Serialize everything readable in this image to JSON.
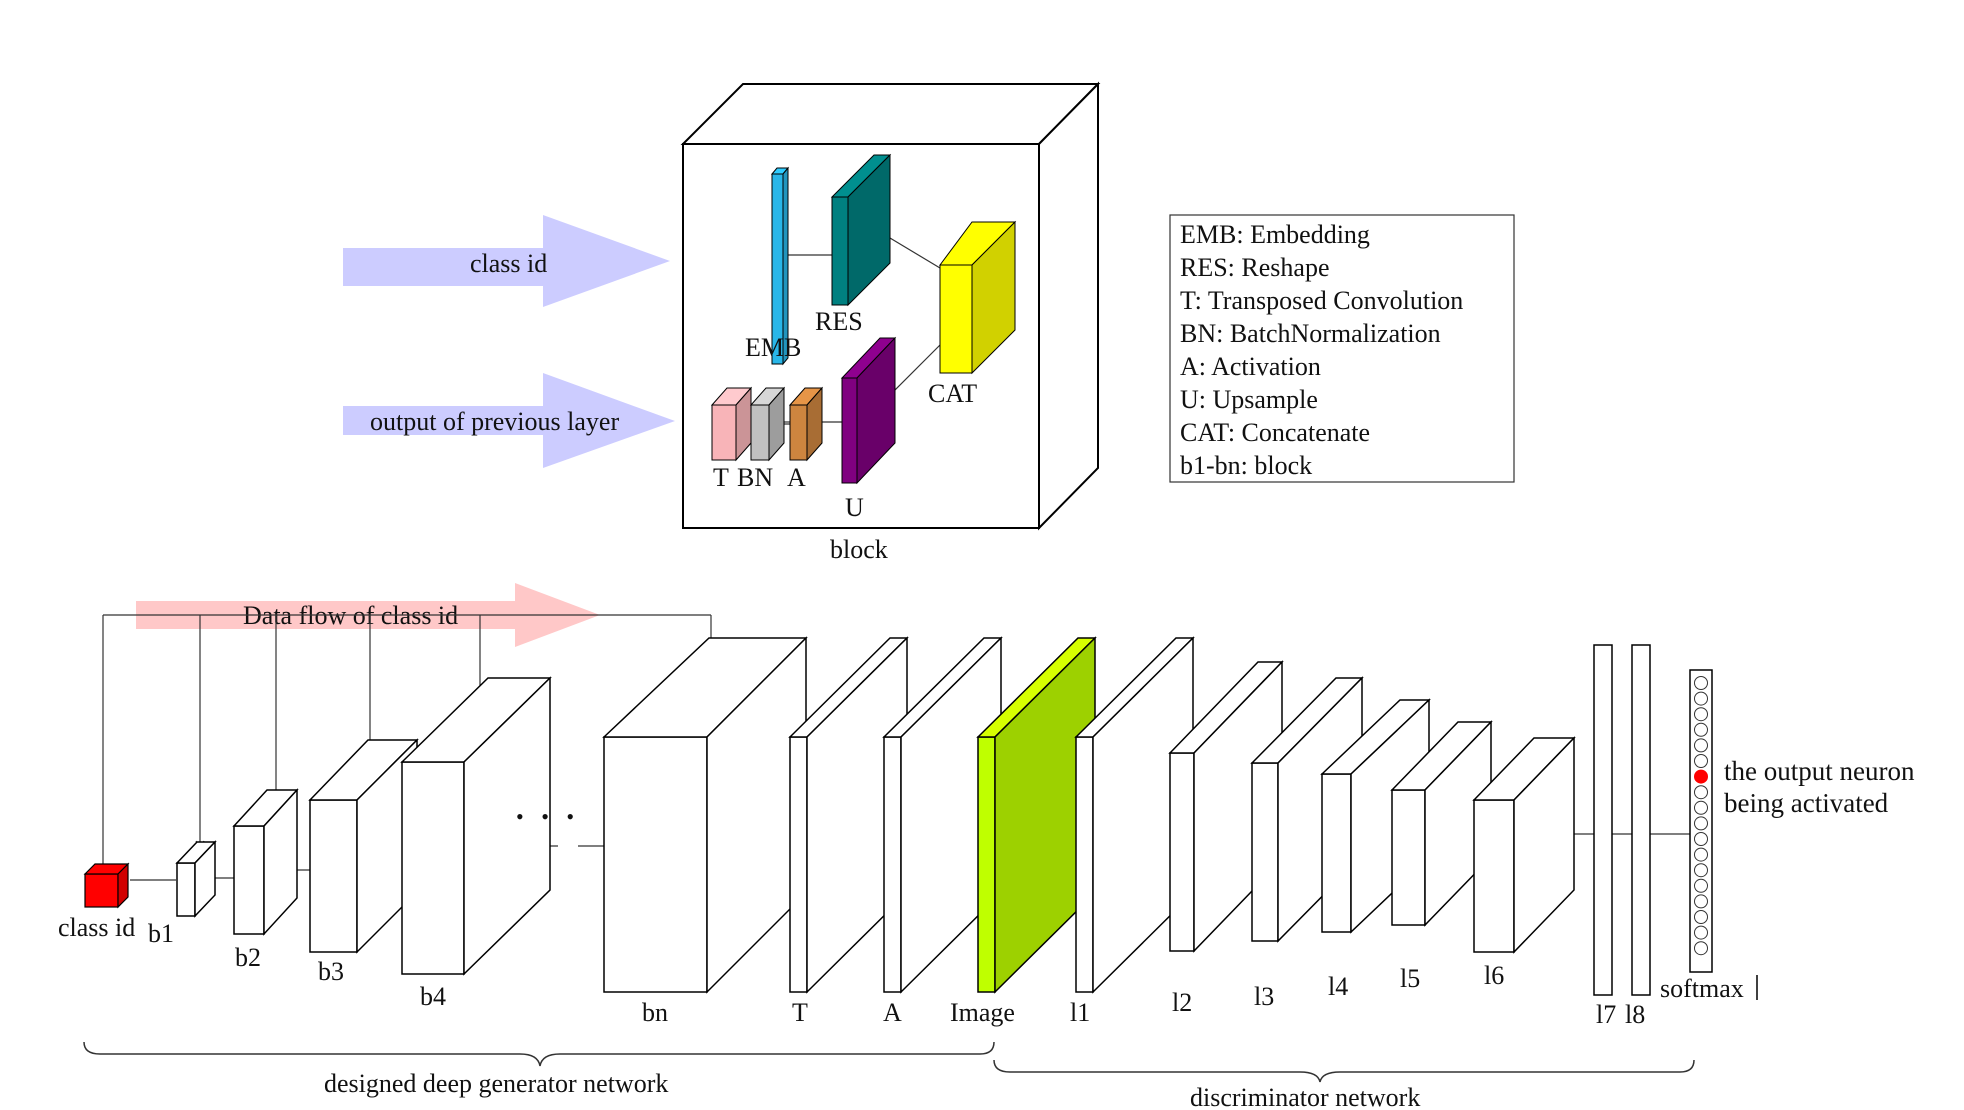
{
  "block_inputs": {
    "class_id": "class id",
    "previous_output": "output of previous layer"
  },
  "block": {
    "caption": "block",
    "emb": "EMB",
    "res": "RES",
    "cat": "CAT",
    "t": "T",
    "bn": "BN",
    "a": "A",
    "u": "U"
  },
  "legend": {
    "items": [
      "EMB: Embedding",
      "RES: Reshape",
      "T: Transposed Convolution",
      "BN: BatchNormalization",
      "A: Activation",
      "U: Upsample",
      "CAT: Concatenate",
      "b1-bn:  block"
    ]
  },
  "data_flow_label": "Data flow of class id",
  "ellipsis": "• • •",
  "network": {
    "class_id": "class id",
    "b1": "b1",
    "b2": "b2",
    "b3": "b3",
    "b4": "b4",
    "bn": "bn",
    "t": "T",
    "a": "A",
    "image": "Image",
    "l1": "l1",
    "l2": "l2",
    "l3": "l3",
    "l4": "l4",
    "l5": "l5",
    "l6": "l6",
    "l7": "l7",
    "l8": "l8",
    "softmax": "softmax",
    "output_neuron_line1": "the output neuron",
    "output_neuron_line2": "being activated"
  },
  "brackets": {
    "generator": "designed deep generator network",
    "discriminator": "discriminator network"
  },
  "colors": {
    "emb": "#29b6e8",
    "res": "#008080",
    "cat": "#ffff00",
    "t": "#f8b4b8",
    "bn": "#c0c0c0",
    "a": "#cd853f",
    "u": "#800080",
    "class_id_cube": "#ff0000",
    "image": "#bfff00",
    "input_arrow": "#ccccff",
    "data_flow_arrow": "#ffc8c8",
    "active_neuron": "#ff0000"
  }
}
